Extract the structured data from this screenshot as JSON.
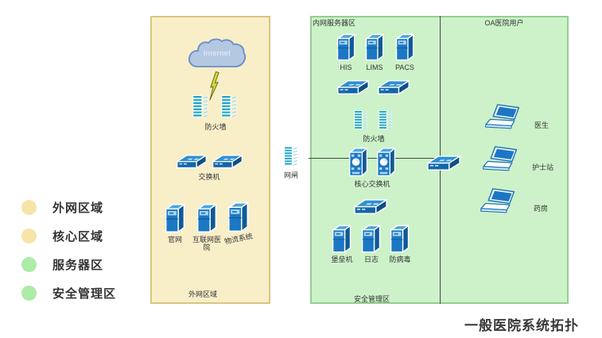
{
  "title": "一般医院系统拓扑",
  "legend": {
    "items": [
      {
        "label": "外网区域",
        "color": "#F7E4A8"
      },
      {
        "label": "核心区域",
        "color": "#F7E4A8"
      },
      {
        "label": "服务器区",
        "color": "#ACECA6"
      },
      {
        "label": "安全管理区",
        "color": "#ACECA6"
      }
    ]
  },
  "colors": {
    "external_panel": "#F8EFC9",
    "intranet_panel": "#CDF2C9",
    "device_blue": "#1C77C3",
    "firewall_teal": "#23AACB"
  },
  "external_zone": {
    "zone_label": "外网区域",
    "internet": "Internet",
    "firewall": "防火墙",
    "switch": "交换机",
    "server1": "官网",
    "server2": "互联网医院",
    "server3": "物流系统"
  },
  "gateway": {
    "label": "网闸"
  },
  "server_zone": {
    "zone_label": "内网服务器区",
    "server1": "HIS",
    "server2": "LIMS",
    "server3": "PACS",
    "firewall": "防火墙",
    "core_switch": "核心交换机"
  },
  "security_zone": {
    "zone_label": "安全管理区",
    "server1": "堡垒机",
    "server2": "日志",
    "server3": "防病毒"
  },
  "oa_zone": {
    "zone_label": "OA医院用户",
    "client1": "医生",
    "client2": "护士站",
    "client3": "药房"
  }
}
